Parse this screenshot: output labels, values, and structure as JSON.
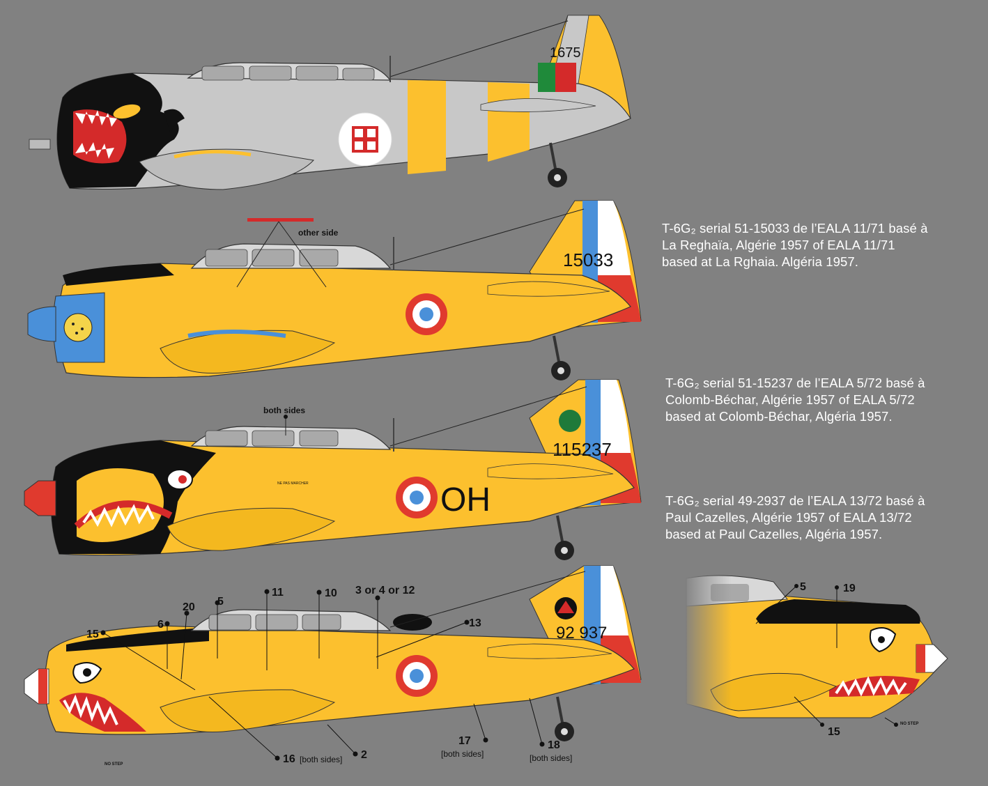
{
  "captions": [
    {
      "lines": [
        "T-6G₂ serial 51-15033 de l’EALA 11/71 basé à",
        "La Reghaïa,  Algérie  1957  of   EALA  11/71",
        "based at La Rghaia. Algéria 1957."
      ]
    },
    {
      "lines": [
        "T-6G₂ serial 51-15237 de l’EALA 5/72 basé à",
        "Colomb-Béchar,  Algérie  1957  of  EALA  5/72",
        "based at  Colomb-Béchar, Algéria 1957."
      ]
    },
    {
      "lines": [
        "T-6G₂ serial 49-2937 de l’EALA 13/72 basé à",
        "Paul Cazelles, Algérie 1957 of EALA 13/72",
        "based at Paul Cazelles, Algéria 1957."
      ]
    }
  ],
  "aircraft": [
    {
      "tail_code": "1675",
      "fuselage_code": "",
      "marking": "portuguese-cross-roundel",
      "nose": "shark-mouth-flames",
      "fuselage_color": "#c8c8c8"
    },
    {
      "tail_code": "15033",
      "fuselage_code": "",
      "marking": "french-roundel",
      "nose": "leopard-emblem",
      "fuselage_color": "#fcc02e"
    },
    {
      "tail_code": "115237",
      "fuselage_code": "OH",
      "marking": "french-roundel",
      "nose": "dragon-face",
      "fuselage_color": "#fcc02e"
    },
    {
      "tail_code": "92 937",
      "fuselage_code": "",
      "marking": "french-roundel",
      "nose": "shark-mouth",
      "fuselage_color": "#fcc02e"
    }
  ],
  "annotations": {
    "other_side": "other side",
    "both_sides": "both sides",
    "num_11": "11",
    "num_10": "10",
    "num_3_4_12": "3 or 4 or 12",
    "num_13": "13",
    "num_5": "5",
    "num_20": "20",
    "num_6": "6",
    "num_15": "15",
    "num_16": "16",
    "num_16_note": "[both sides]",
    "num_2": "2",
    "num_17": "17",
    "num_17_note": "[both sides]",
    "num_18": "18",
    "num_18_note": "[both sides]",
    "no_step": "NO STEP",
    "detail_5": "5",
    "detail_19": "19",
    "detail_15": "15",
    "detail_no_step": "NO STEP",
    "stencil": "NE PAS MARCHER"
  },
  "colors": {
    "background": "#818181",
    "yellow": "#fcc02e",
    "light_gray": "#c8c8c8",
    "french_blue": "#4a90d9",
    "french_red": "#e03a2e",
    "black": "#111111"
  }
}
